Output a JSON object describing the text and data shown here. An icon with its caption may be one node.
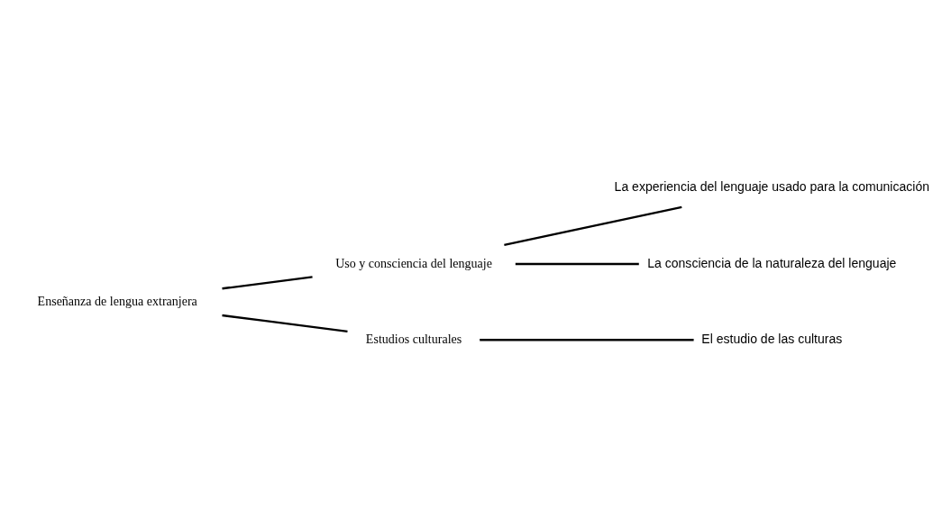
{
  "diagram": {
    "nodes": [
      {
        "text": [
          "Enseñanza de lengua extranjera"
        ]
      },
      {
        "text": [
          "Uso y consciencia del lenguaje"
        ]
      },
      {
        "text": [
          "La experiencia del lenguaje usado para la comunicación"
        ]
      },
      {
        "text": [
          "La consciencia de la naturaleza del lenguaje"
        ]
      },
      {
        "text": [
          "Estudios culturales"
        ]
      },
      {
        "text": [
          "El estudio de las culturas"
        ]
      }
    ],
    "edges": [
      {
        "from": 0,
        "to": 1,
        "arrow": "none"
      },
      {
        "from": 0,
        "to": 4,
        "arrow": "none"
      },
      {
        "from": 1,
        "to": 2,
        "arrow": "none"
      },
      {
        "from": 1,
        "to": 3,
        "arrow": "none"
      },
      {
        "from": 4,
        "to": 5,
        "arrow": "none"
      }
    ]
  }
}
